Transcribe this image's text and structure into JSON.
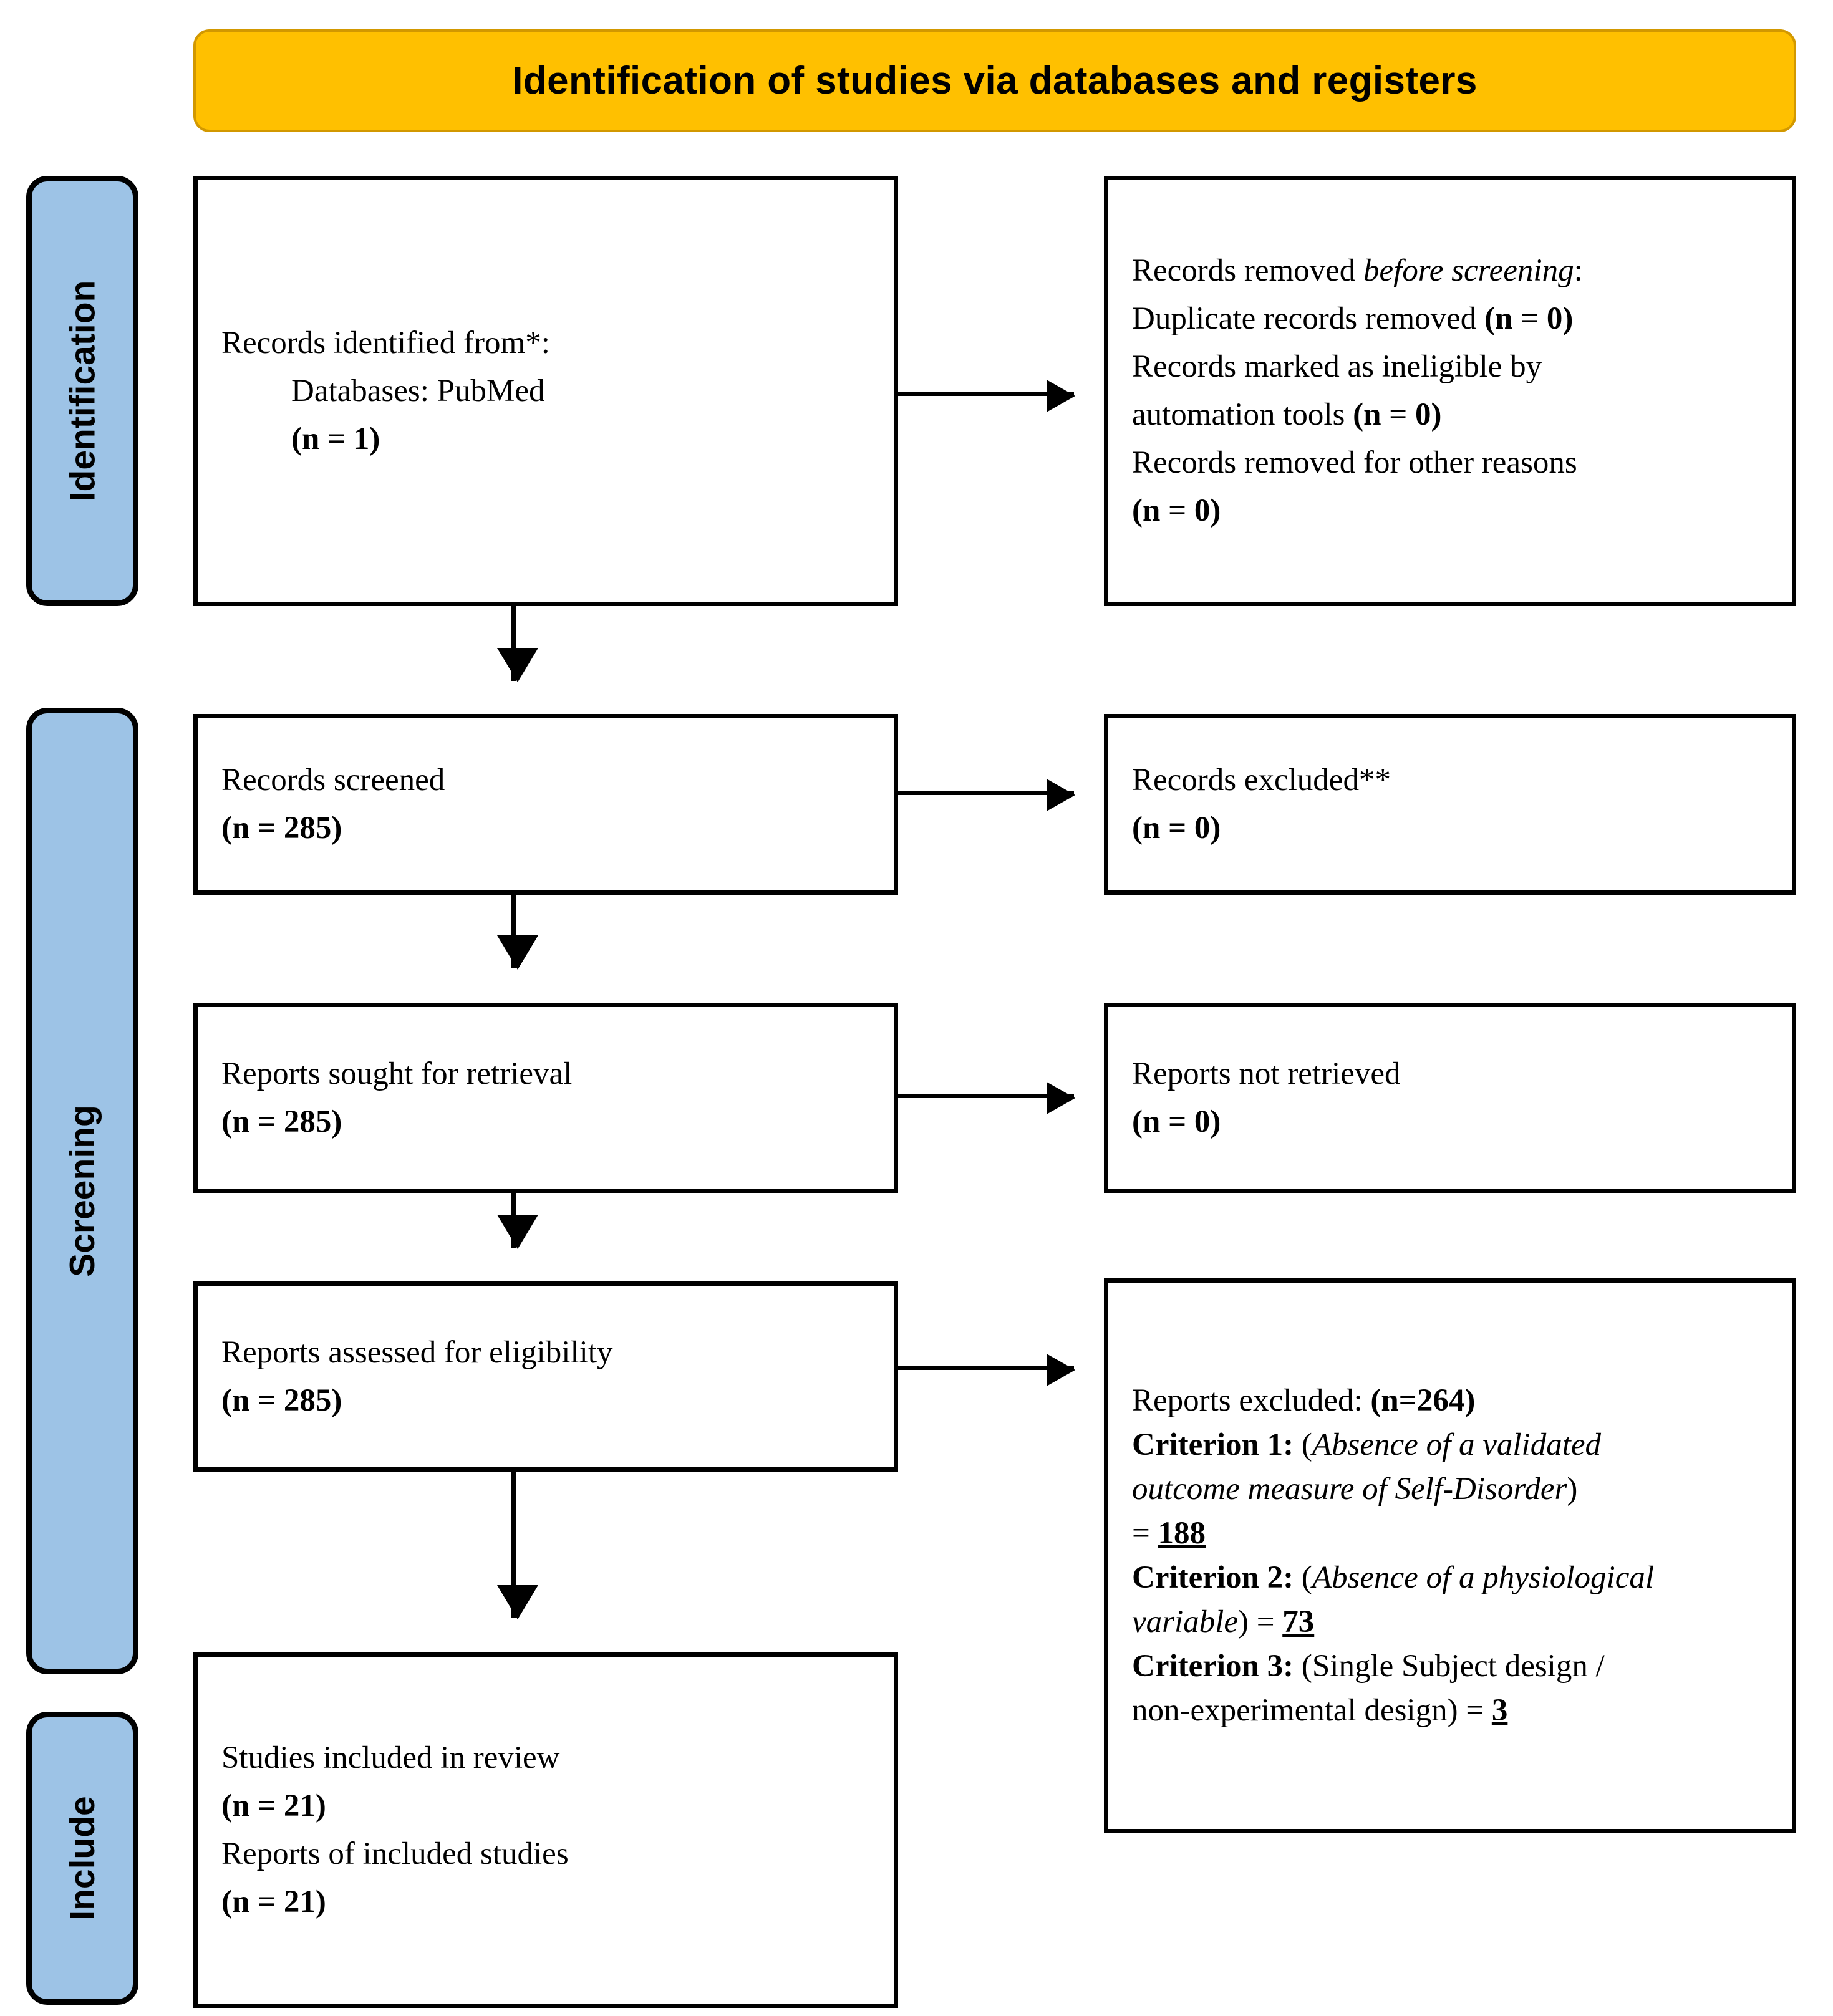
{
  "header": {
    "title": "Identification of studies via databases and registers",
    "bg_color": "#FFC000",
    "border_color": "#D29800"
  },
  "stages": {
    "bg_color": "#9DC3E6",
    "identification": "Identification",
    "screening": "Screening",
    "include": "Include"
  },
  "boxes": {
    "identified": {
      "line1": "Records identified from*:",
      "line2": "Databases: PubMed",
      "line3": "(n = 1)"
    },
    "removed": {
      "line1_a": "Records removed ",
      "line1_b": "before screening",
      "line1_c": ":",
      "line2_a": "Duplicate records removed ",
      "line2_b": "(n = 0)",
      "line3": "Records marked as ineligible by",
      "line4_a": "automation tools ",
      "line4_b": "(n = 0)",
      "line5": "Records removed for other reasons",
      "line6": "(n = 0)"
    },
    "screened": {
      "line1": "Records screened",
      "line2": "(n = 285)"
    },
    "excluded": {
      "line1": "Records excluded**",
      "line2": "(n = 0)"
    },
    "sought": {
      "line1": "Reports sought for retrieval",
      "line2": "(n = 285)"
    },
    "not_retrieved": {
      "line1": "Reports not retrieved",
      "line2": "(n = 0)"
    },
    "assessed": {
      "line1": "Reports assessed for eligibility",
      "line2": "(n = 285)"
    },
    "reports_excluded": {
      "line1_a": "Reports excluded: ",
      "line1_b": "(n=264)",
      "line2_a": "Criterion 1:",
      "line2_b": " (",
      "line2_c": "Absence of a validated",
      "line3_a": "outcome measure of Self-Disorder",
      "line3_b": ")",
      "line4_a": "= ",
      "line4_b": "188",
      "line5_a": "Criterion 2:",
      "line5_b": " (",
      "line5_c": "Absence of a physiological",
      "line6_a": "variable",
      "line6_b": ") = ",
      "line6_c": "73",
      "line7_a": "Criterion 3:",
      "line7_b": " (Single Subject design /",
      "line8_a": "non-experimental design) = ",
      "line8_b": "3"
    },
    "included": {
      "line1": "Studies included in review",
      "line2": "(n = 21)",
      "line3": "Reports of included studies",
      "line4": "(n = 21)"
    }
  }
}
